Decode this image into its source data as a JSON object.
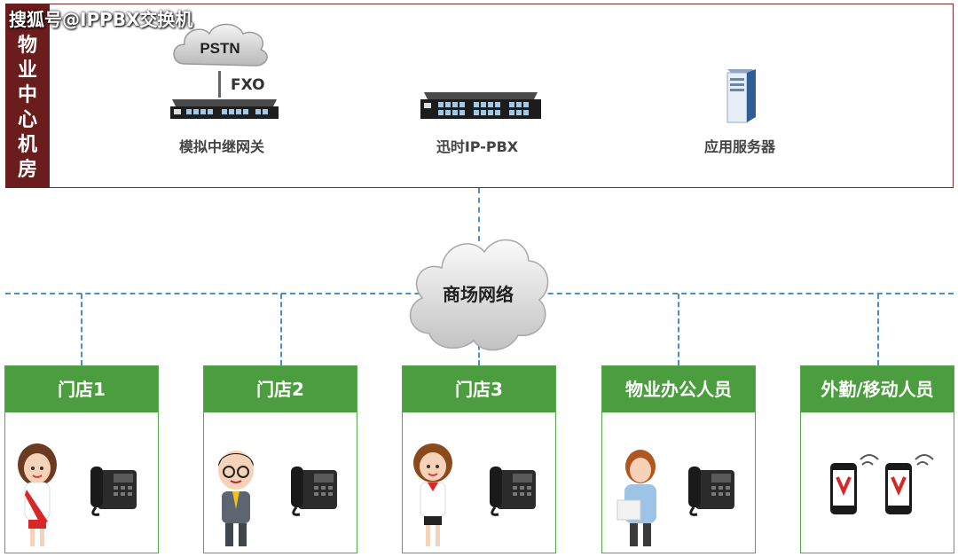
{
  "watermark": "搜狐号@IPPBX交换机",
  "room": {
    "label_lines": [
      "物",
      "业",
      "中",
      "心",
      "机",
      "房"
    ],
    "gateway_caption": "模拟中继网关",
    "pbx_caption": "迅时IP-PBX",
    "server_caption": "应用服务器",
    "pstn_label": "PSTN",
    "fxo_label": "FXO"
  },
  "network": {
    "label": "商场网络"
  },
  "cards": [
    {
      "title": "门店1"
    },
    {
      "title": "门店2"
    },
    {
      "title": "门店3"
    },
    {
      "title": "物业办公人员"
    },
    {
      "title": "外勤/移动人员"
    }
  ],
  "colors": {
    "side_bar": "#6b1c1c",
    "card_header": "#4c9d3f",
    "dashed_line": "#4a90c8"
  }
}
